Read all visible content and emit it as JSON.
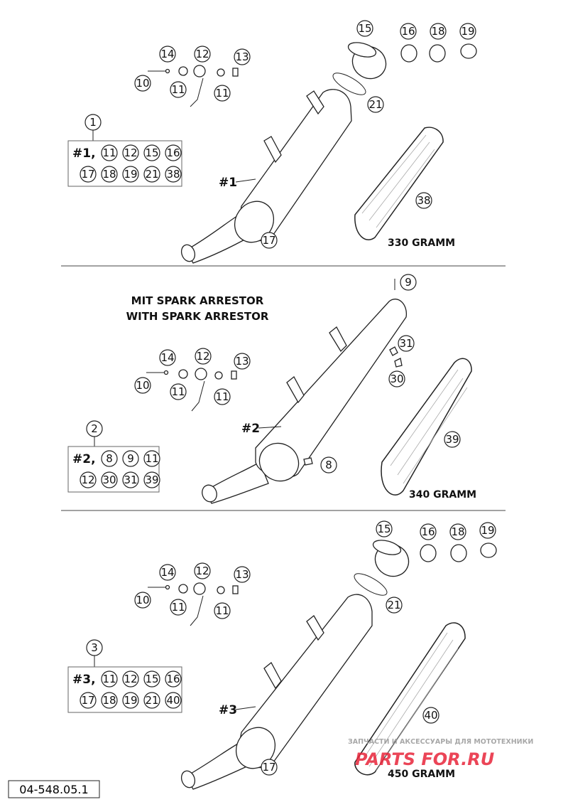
{
  "doc_number": "04-548.05.1",
  "sections": [
    {
      "kit_number": "1",
      "kit_label": "#1,",
      "kit_parts": [
        "11",
        "12",
        "15",
        "16",
        "17",
        "18",
        "19",
        "21",
        "38"
      ],
      "muffler_label": "#1",
      "insulation_part": "38",
      "weight": "330 GRAMM"
    },
    {
      "title_de": "MIT SPARK ARRESTOR",
      "title_en": "WITH SPARK ARRESTOR",
      "kit_number": "2",
      "kit_label": "#2,",
      "kit_parts": [
        "8",
        "9",
        "11",
        "12",
        "30",
        "31",
        "39"
      ],
      "muffler_label": "#2",
      "insulation_part": "39",
      "weight": "340 GRAMM"
    },
    {
      "kit_number": "3",
      "kit_label": "#3,",
      "kit_parts": [
        "11",
        "12",
        "15",
        "16",
        "17",
        "18",
        "19",
        "21",
        "40"
      ],
      "muffler_label": "#3",
      "insulation_part": "40",
      "weight": "450 GRAMM"
    }
  ],
  "callouts": {
    "c8": "8",
    "c9": "9",
    "c10": "10",
    "c11": "11",
    "c12": "12",
    "c13": "13",
    "c14": "14",
    "c15": "15",
    "c16": "16",
    "c17": "17",
    "c18": "18",
    "c19": "19",
    "c21": "21",
    "c30": "30",
    "c31": "31"
  },
  "watermark": {
    "tagline": "ЗАПЧАСТИ И АКСЕССУАРЫ ДЛЯ МОТОТЕХНИКИ",
    "brand": "PARTS FOR.RU",
    "brand_color": "#e8253a"
  }
}
